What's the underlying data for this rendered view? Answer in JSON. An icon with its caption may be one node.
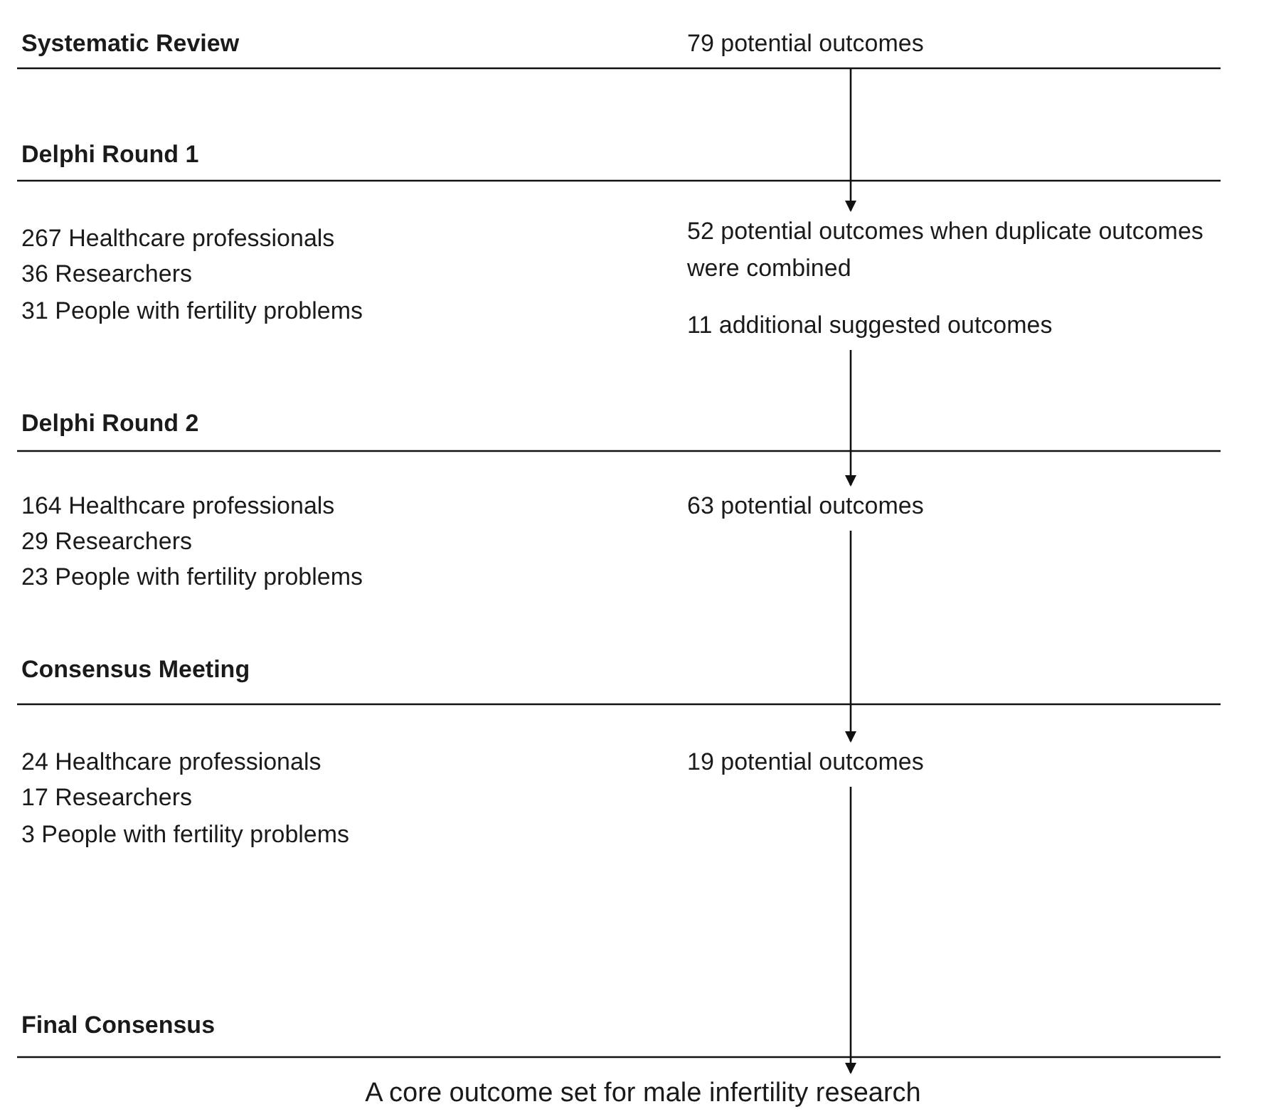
{
  "diagram": {
    "nodes": [
      {
        "text": [
          "79 potential outcomes"
        ]
      },
      {
        "text": [
          "52 potential outcomes when duplicate outcomes were combined"
        ]
      },
      {
        "text": [
          "11 additional suggested outcomes"
        ]
      },
      {
        "text": [
          "63 potential outcomes"
        ]
      },
      {
        "text": [
          "19 potential outcomes"
        ]
      },
      {
        "text": [
          "A core outcome set for male infertility research"
        ]
      }
    ],
    "edges": [
      {
        "from": 0,
        "to": 1,
        "arrow": "to"
      },
      {
        "from": 2,
        "to": 3,
        "arrow": "to"
      },
      {
        "from": 3,
        "to": 4,
        "arrow": "to"
      },
      {
        "from": 4,
        "to": 5,
        "arrow": "to"
      }
    ],
    "labels": [
      "Systematic Review",
      "Delphi Round 1",
      "267 Healthcare professionals",
      "36 Researchers",
      "31 People with fertility problems",
      "Delphi Round 2",
      "164 Healthcare professionals",
      "29 Researchers",
      "23 People with fertility problems",
      "Consensus Meeting",
      "24 Healthcare professionals",
      "17 Researchers",
      "3 People with fertility problems",
      "Final Consensus"
    ]
  }
}
